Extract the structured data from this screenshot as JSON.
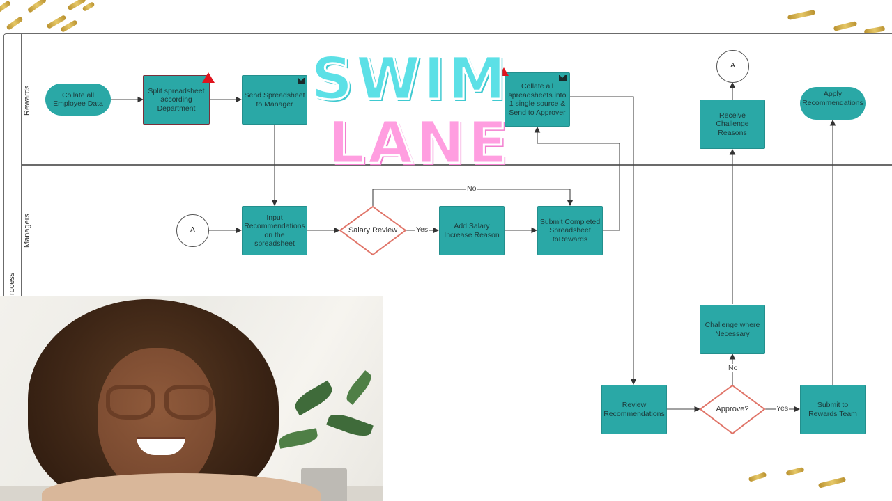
{
  "title": {
    "line1": "SWIM",
    "line2": "LANE"
  },
  "lanes": {
    "rewards": "Rewards",
    "managers": "Managers",
    "process_cut": "rocess"
  },
  "nodes": {
    "collate_all": "Collate all Employee Data",
    "split": "Split spreadsheet according Department",
    "send_manager": "Send Spreadsheet to Manager",
    "collate_single": "Collate all spreadsheets into 1 single source & Send to Approver",
    "connector_top": "A",
    "receive_challenge": "Receive Challenge Reasons",
    "apply": "Apply Recommendations",
    "connector_left": "A",
    "input_recs": "Input Recommendations on the spreadsheet",
    "salary_review": "Salary Review",
    "add_reason": "Add Salary Increase Reason",
    "submit_completed": "Submit Completed Spreadsheet toRewards",
    "challenge_where": "Challenge where Necessary",
    "review_recs": "Review Recommendations",
    "approve": "Approve?",
    "submit_rewards": "Submit to Rewards Team"
  },
  "edge_labels": {
    "no_top": "No",
    "yes_mid": "Yes",
    "no_right": "No",
    "yes_bottom": "Yes"
  },
  "colors": {
    "node_fill": "#2aa8a6",
    "diamond_stroke": "#e07468",
    "swim_title": "#5ce0e6",
    "lane_title": "#ff9ee0",
    "warning": "#e0141e"
  },
  "icons": {
    "mail": "mail-icon",
    "warning": "warning-triangle-icon"
  }
}
